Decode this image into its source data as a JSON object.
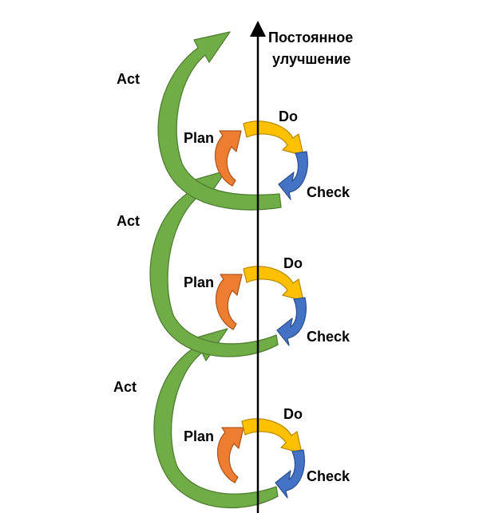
{
  "axis": {
    "label_line1": "Постоянное",
    "label_line2": "улучшение"
  },
  "colors": {
    "act": "#70AD47",
    "act_stroke": "#507E32",
    "plan": "#ED7D31",
    "plan_stroke": "#AE5A21",
    "do": "#FFC000",
    "do_stroke": "#BC8C00",
    "check": "#4472C4",
    "check_stroke": "#2F528F"
  },
  "cycles": [
    {
      "act": "Act",
      "plan": "Plan",
      "do": "Do",
      "check": "Check"
    },
    {
      "act": "Act",
      "plan": "Plan",
      "do": "Do",
      "check": "Check"
    },
    {
      "act": "Act",
      "plan": "Plan",
      "do": "Do",
      "check": "Check"
    }
  ]
}
